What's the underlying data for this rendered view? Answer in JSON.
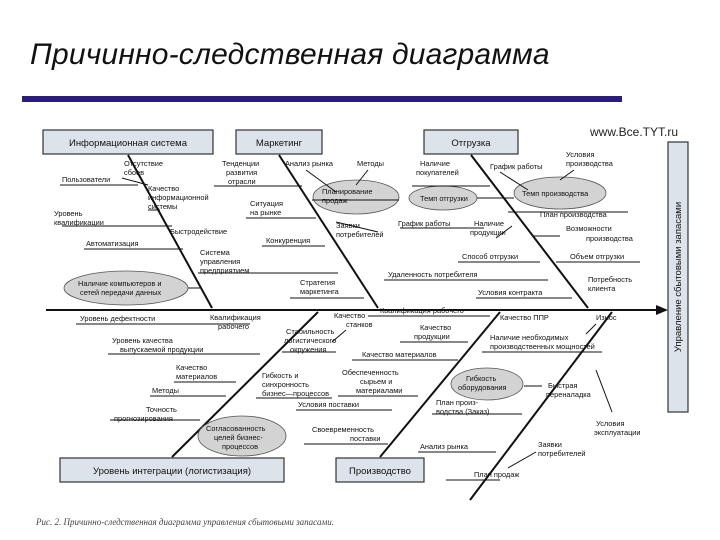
{
  "slide": {
    "title": "Причинно-следственная диаграмма",
    "website": "www.Bce.TYT.ru",
    "caption": "Рис. 2. Причинно-следственная диаграмма управления сбытовыми запасами."
  },
  "diagram": {
    "effect": "Управление сбытовыми запасами",
    "categories": {
      "info": "Информационная система",
      "marketing": "Маркетинг",
      "shipping": "Отгрузка",
      "integration": "Уровень интеграции (логистизация)",
      "production": "Производство"
    },
    "labels": {
      "users": "Пользователи",
      "qualif": [
        "Уровень",
        "квалификации"
      ],
      "absence": [
        "Отсутствие",
        "сбоев"
      ],
      "infoQuality": [
        "Качество",
        "информационной",
        "системы"
      ],
      "speed": "Быстродействие",
      "automation": "Автоматизация",
      "computers": [
        "Наличие компьютеров и",
        "сетей передачи данных"
      ],
      "tendencies": [
        "Тенденции",
        "развития",
        "отрасли"
      ],
      "marketAnalysis": "Анализ рынка",
      "methods": "Методы",
      "planning": [
        "Планирование",
        "продаж"
      ],
      "marketSituation": [
        "Ситуация",
        "на рынке"
      ],
      "consumerOrders": [
        "Заявки",
        "потребителей"
      ],
      "competition": "Конкуренция",
      "mgmtSystem": [
        "Система",
        "управления",
        "предприятием"
      ],
      "marketingStrategy": [
        "Стратегия",
        "маркетинга"
      ],
      "buyersPresence": [
        "Наличие",
        "покупателей"
      ],
      "workSchedule": "График работы",
      "prodConditions": [
        "Условия",
        "производства"
      ],
      "shipRate": "Темп отгрузки",
      "prodRate": "Темп производства",
      "prodPlan": "План производства",
      "workSchedule2": "График работы",
      "availability": [
        "Наличие",
        "продукции"
      ],
      "prodCapability": [
        "Возможности",
        "производства"
      ],
      "shipMethod": "Способ отгрузки",
      "shipVolume": "Объем отгрузки",
      "remoteness": "Удаленность потребителя",
      "clientNeed": [
        "Потребность",
        "клиента"
      ],
      "contractTerms": "Условия контракта",
      "defectLevel": "Уровень дефектности",
      "workerQualif": [
        "Квалификация",
        "рабочего"
      ],
      "productQuality": [
        "Уровень качества",
        "выпускаемой продукции"
      ],
      "materialQuality": [
        "Качество",
        "материалов"
      ],
      "methods2": "Методы",
      "forecastAccuracy": [
        "Точность",
        "прогнозирования"
      ],
      "machineQuality": [
        "Качество",
        "станков"
      ],
      "logisticsStability": [
        "Стабильность",
        "логистического",
        "окружения"
      ],
      "flexSync": [
        "Гибкость и",
        "синхронность",
        "бизнес—процессов"
      ],
      "bizAgreement": [
        "Согласованность",
        "целей бизнес-",
        "процессов"
      ],
      "workerQualif2": "Квалификация рабочего",
      "productQuality2": [
        "Качество",
        "продукции"
      ],
      "materialQuality2": "Качество материалов",
      "rawSupply": [
        "Обеспеченность",
        "сырьем и",
        "материалами"
      ],
      "supplyTerms": "Условия поставки",
      "processSeq": [
        "Своевременность",
        "поставки"
      ],
      "pprQuality": "Качество ППР",
      "wear": "Износ",
      "capacityNeed": [
        "Наличие необходимых",
        "производственных мощностей"
      ],
      "equipFlex": [
        "Гибкость",
        "оборудования"
      ],
      "fastReconfig": [
        "Быстрая",
        "переналадка"
      ],
      "prodPlanOrder": [
        "План произ-",
        "водства (Заказ)"
      ],
      "marketAnalysis2": "Анализ рынка",
      "consumerOrders2": [
        "Заявки",
        "потребителей"
      ],
      "prodPlan2": "План продаж",
      "operatingConditions": [
        "Условия",
        "эксплуатации"
      ]
    }
  }
}
